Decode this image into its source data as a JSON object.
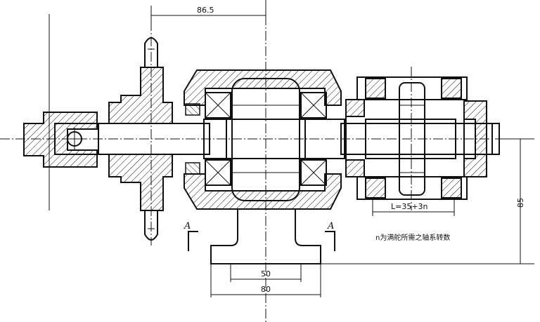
{
  "dimensions": {
    "top_offset": "86.5",
    "base_inner": "50",
    "base_outer": "80",
    "height": "85",
    "length_formula": "L=35+3n"
  },
  "section_marks": {
    "left": "A",
    "right": "A"
  },
  "note": "n为满舵所需之轴系转数"
}
